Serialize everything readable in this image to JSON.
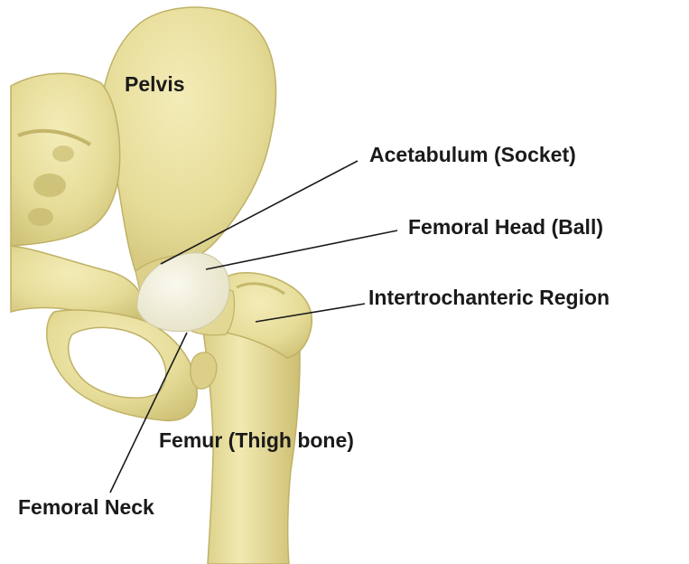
{
  "diagram": {
    "colors": {
      "bone": "#EAE2A0",
      "bone_shadow": "#D2C67A",
      "bone_dark": "#B7A95A",
      "cartilage": "#F1EFDC",
      "leader_line": "#1a1a1a",
      "label_text": "#1a1a1a"
    },
    "labels": {
      "pelvis": "Pelvis",
      "acetabulum": "Acetabulum (Socket)",
      "femoral_head": "Femoral Head (Ball)",
      "intertrochanteric": "Intertrochanteric Region",
      "femur": "Femur (Thigh bone)",
      "femoral_neck": "Femoral Neck"
    }
  }
}
